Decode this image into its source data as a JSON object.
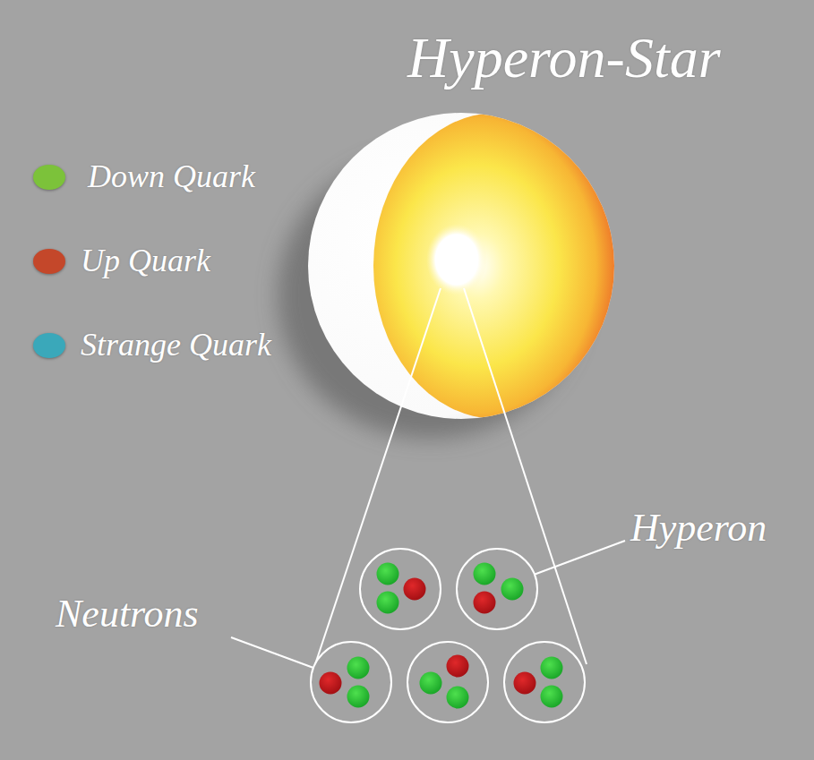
{
  "diagram": {
    "title": "Hyperon-Star",
    "labels": [
      "Hyperon",
      "Neutrons"
    ],
    "legend": [
      {
        "text": "Down Quark",
        "color": "#7cc23a"
      },
      {
        "text": "Up Quark",
        "color": "#c4472a"
      },
      {
        "text": "Strange Quark",
        "color": "#3aa8ba"
      }
    ]
  }
}
